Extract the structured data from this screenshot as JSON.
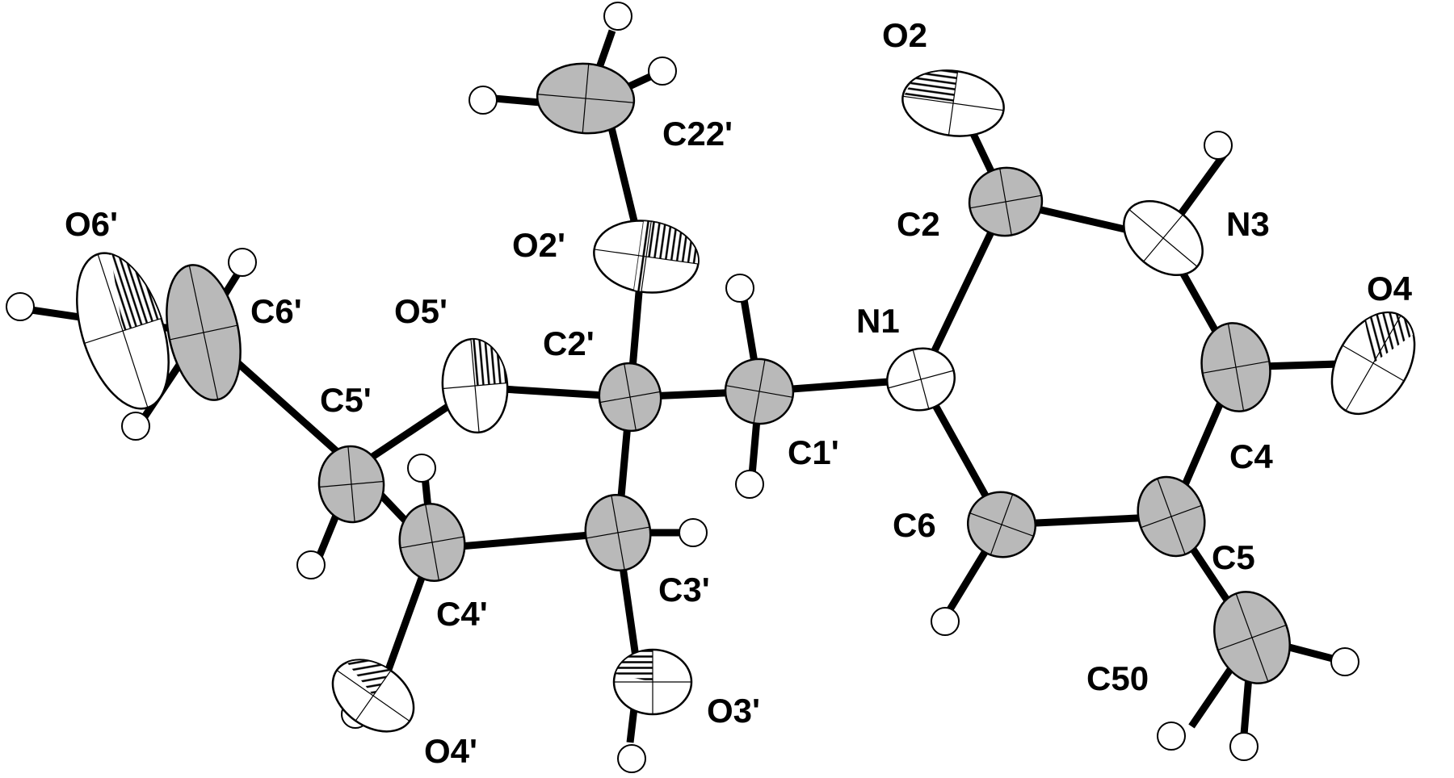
{
  "atoms": {
    "O2": "O2",
    "C2": "C2",
    "N3": "N3",
    "O4": "O4",
    "C4": "C4",
    "C5": "C5",
    "C6": "C6",
    "N1": "N1",
    "C50": "C50",
    "C1p": "C1'",
    "C2p": "C2'",
    "O2p": "O2'",
    "C22p": "C22'",
    "C3p": "C3'",
    "O3p": "O3'",
    "C4p": "C4'",
    "O4p": "O4'",
    "C5p": "C5'",
    "O5p": "O5'",
    "C6p": "C6'",
    "O6p": "O6'"
  }
}
